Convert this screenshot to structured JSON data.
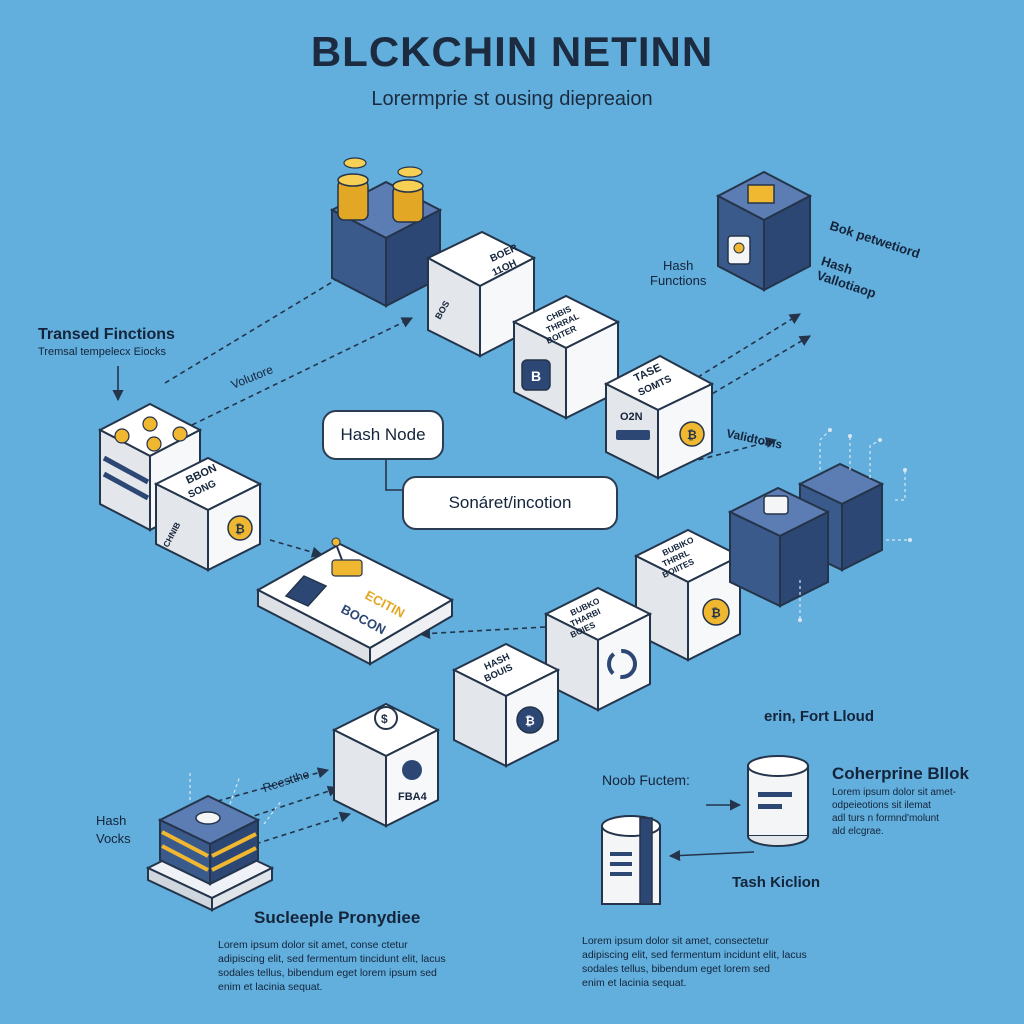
{
  "header": {
    "title": "BLCKCHIN NETINN",
    "subtitle": "Lorermprie st ousing diepreaion"
  },
  "labels": {
    "transed_title": "Transed Finctions",
    "transed_sub": "Tremsal tempelecx Eiocks",
    "volutore": "Volutore",
    "hash_functions": "Hash\nFunctions",
    "bok_protection": "Bok petwetiord",
    "hash_validation": "Hash\nVallotiaop",
    "validtoms": "Validtoms",
    "hash_vocks": "Hash\nVocks",
    "reestthe": "Reestthe",
    "sucleeple": "Sucleeple Pronydiee",
    "erin_fort": "erin, Fort Lloud",
    "noob_fuctem": "Noob Fuctem:",
    "tash_kiclion": "Tash Kiclion",
    "coherprine": "Coherprine Bllok",
    "coherprine_text": "Lorem ipsum dolor sit amet-\nodpeieotions sit ilemat\nadl turs n formnd'molunt\nald elcgrae."
  },
  "bubbles": {
    "hash_node": "Hash Node",
    "sonaret": "Sonáret/incotion"
  },
  "blocks": {
    "b1": "BOER\n11OH",
    "b1_side": "BOS",
    "b2": "CHBIS\nTHRRAL\nBOITER",
    "b3": "TASE\nSOMTS",
    "b3_value": "O2N",
    "b_left": "BBON\nSONG",
    "b_left_side": "CHNIB",
    "card_line1": "ECITIN",
    "card_line2": "BOCON",
    "m1": "HASH\nBOUIS",
    "m2": "BUBKO\nTHARBI\nBOIES",
    "m3": "BUBIKO\nTHRRL\nBOIITES",
    "bottom_block": "FBA4"
  },
  "paragraphs": {
    "left": "Lorem ipsum dolor sit amet, conse ctetur\nadipiscing elit, sed fermentum tincidunt elit, lacus\nsodales tellus, bibendum eget lorem ipsum sed\nenim et lacinia sequat.",
    "right": "Lorem ipsum dolor sit amet, consectetur\nadipiscing elit, sed fermentum incidunt elit, lacus\nsodales tellus, bibendum eget lorem sed\nenim et lacinia sequat."
  },
  "colors": {
    "background": "#62aedc",
    "navy": "#3d5f91",
    "cube_white": "#f4f5f7",
    "coin_gold": "#f0b731",
    "outline": "#24344a"
  }
}
